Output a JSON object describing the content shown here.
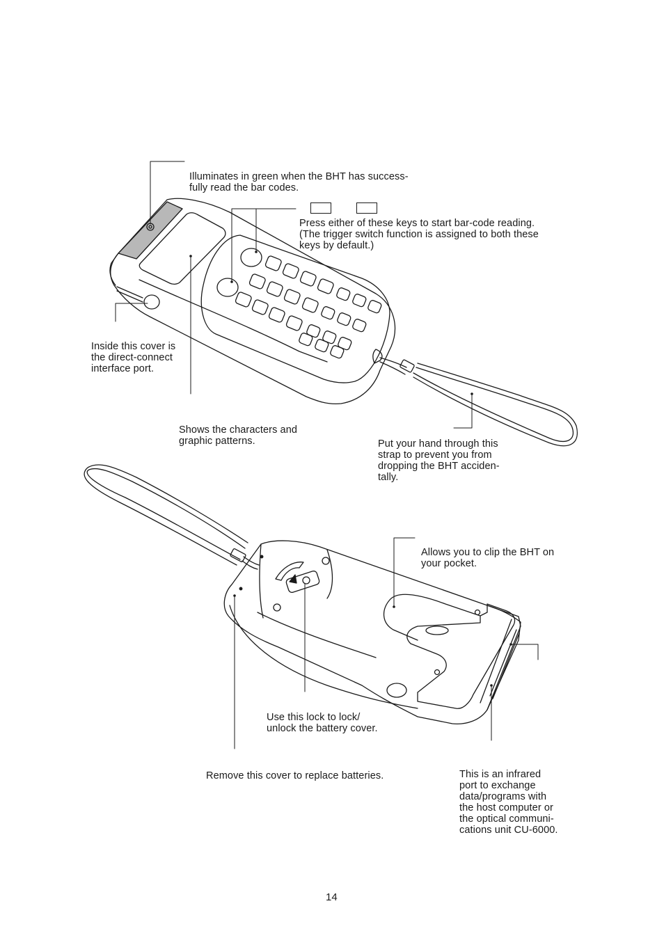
{
  "callouts": {
    "indicator": "Illuminates in green when the BHT has success-\nfully read the bar codes.",
    "trigger": "Press either of these keys to start bar-code reading.\n(The trigger switch function is assigned to both these\nkeys by default.)",
    "interface_cover": "Inside this cover is\nthe direct-connect\ninterface port.",
    "lcd": "Shows the characters and\ngraphic patterns.",
    "strap": "Put your hand through this\nstrap to prevent you from\ndropping the BHT acciden-\ntally.",
    "belt_clip": "Allows you to clip the BHT on\nyour pocket.",
    "lock": "Use this lock to lock/\nunlock the battery cover.",
    "battery_cover": "Remove this cover to replace batteries.",
    "ir_port": "This is an infrared\nport to exchange\ndata/programs with\nthe host computer or\nthe optical communi-\ncations unit CU-6000."
  },
  "page_number": "14"
}
